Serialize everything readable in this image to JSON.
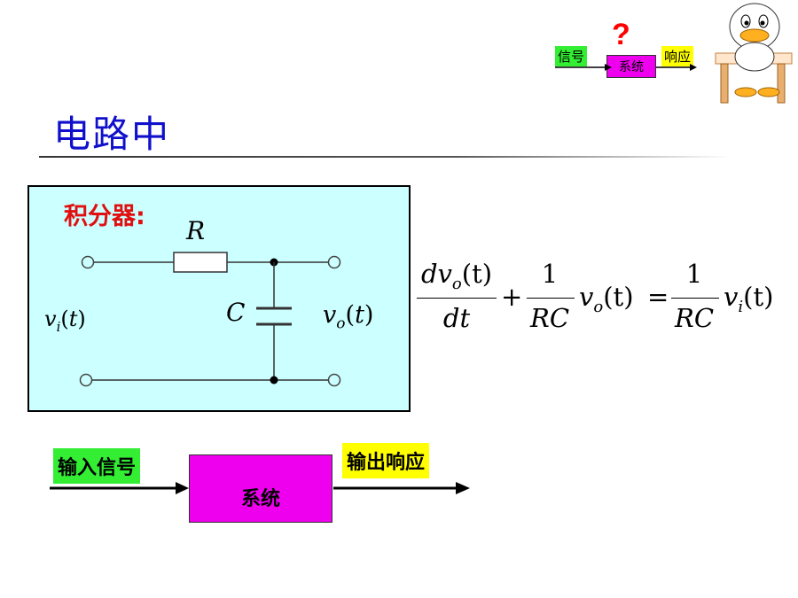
{
  "header": {
    "title": "电路中"
  },
  "mini_diagram": {
    "input_label": "信号",
    "question_mark": "?",
    "system_label": "系统",
    "output_label": "响应"
  },
  "circuit": {
    "title": "积分器:",
    "resistor_label": "R",
    "capacitor_label": "C",
    "input_label": "v_i(t)",
    "output_label": "v_o(t)"
  },
  "equation": {
    "numerator_left": "dv",
    "numerator_sub": "o",
    "numerator_arg": "(t)",
    "denominator_left": "dt",
    "plus": "+",
    "one_a": "1",
    "rc_a": "RC",
    "vo": "v",
    "vo_sub": "o",
    "vo_arg": "(t)",
    "equals": "=",
    "one_b": "1",
    "rc_b": "RC",
    "vi": "v",
    "vi_sub": "i",
    "vi_arg": "(t)"
  },
  "block_diagram": {
    "input_label": "输入信号",
    "system_label": "系统",
    "output_label": "输出响应"
  },
  "colors": {
    "title": "#1010cc",
    "circuit_bg": "#ccffff",
    "circuit_title": "#e01010",
    "input_label_bg": "#33ee33",
    "output_label_bg": "#ffff00",
    "system_bg": "#ee00ee",
    "question_mark": "#ff0000"
  }
}
